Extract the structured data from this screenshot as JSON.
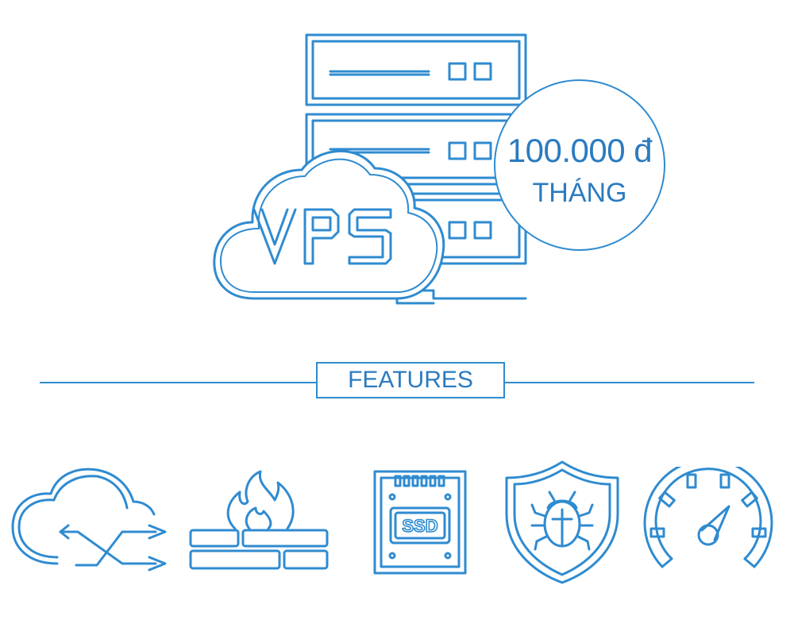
{
  "hero": {
    "badge_text": "VPS",
    "price": "100.000 đ",
    "period": "THÁNG"
  },
  "features": {
    "heading": "FEATURES",
    "ssd_label": "SSD",
    "icons": [
      "cloud-sync-icon",
      "firewall-icon",
      "ssd-icon",
      "security-shield-icon",
      "speedometer-icon"
    ]
  },
  "colors": {
    "stroke": "#2f8bd0",
    "text": "#2b7bc0"
  }
}
